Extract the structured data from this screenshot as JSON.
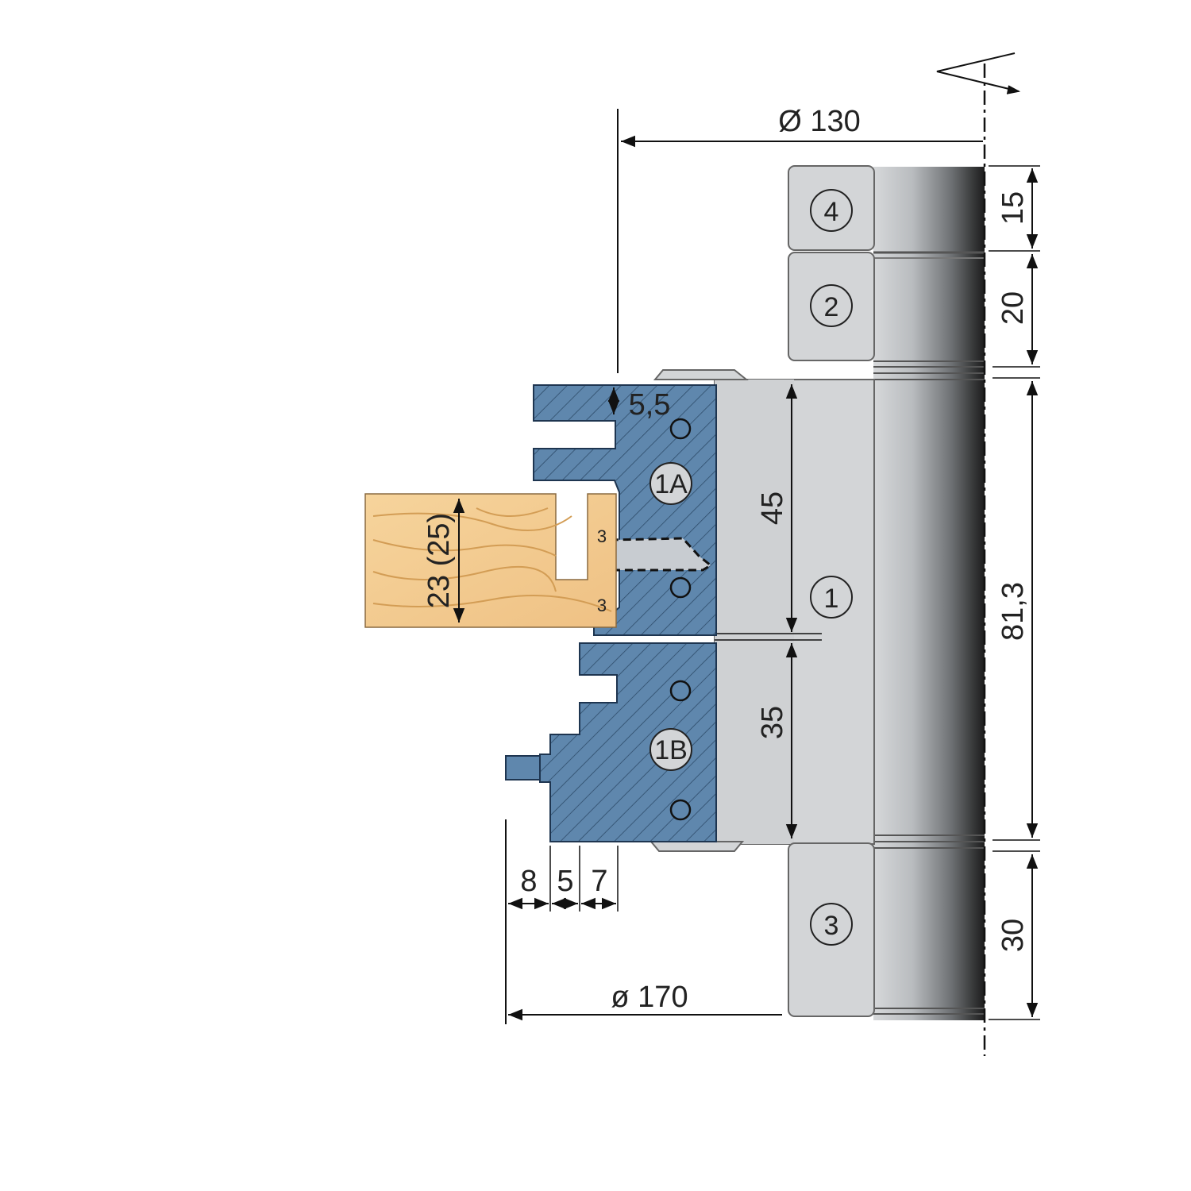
{
  "dimensions": {
    "dia_130": "Ø 130",
    "dia_170": "ø 170",
    "h_15": "15",
    "h_20": "20",
    "h_81_3": "81,3",
    "h_30": "30",
    "h_45": "45",
    "h_35": "35",
    "h_5_5": "5,5",
    "w_8": "8",
    "w_5": "5",
    "w_7": "7",
    "board_thickness": "23 (25)",
    "gap_top": "3",
    "gap_bottom": "3"
  },
  "parts": {
    "p4": "4",
    "p2": "2",
    "p1": "1",
    "p3": "3",
    "p1a": "1A",
    "p1b": "1B"
  },
  "colors": {
    "cutter_blue": "#5f87ad",
    "body_grey": "#d3d5d7",
    "wood": "#f2c98e",
    "steel_dark": "#222222"
  }
}
